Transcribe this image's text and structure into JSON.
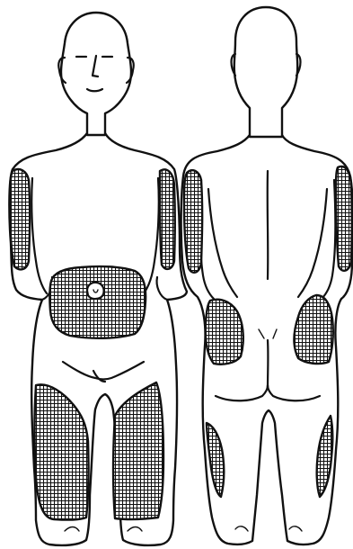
{
  "colors": {
    "line": "#111111",
    "fill": "#ffffff",
    "hatch": "#111111"
  },
  "figures": [
    {
      "view": "front",
      "injection_zones": [
        "upper-arm-left",
        "upper-arm-right",
        "abdomen",
        "thigh-left",
        "thigh-right"
      ]
    },
    {
      "view": "back",
      "injection_zones": [
        "upper-arm-left",
        "upper-arm-right",
        "buttock-left",
        "buttock-right",
        "outer-thigh-left",
        "outer-thigh-right"
      ]
    }
  ]
}
